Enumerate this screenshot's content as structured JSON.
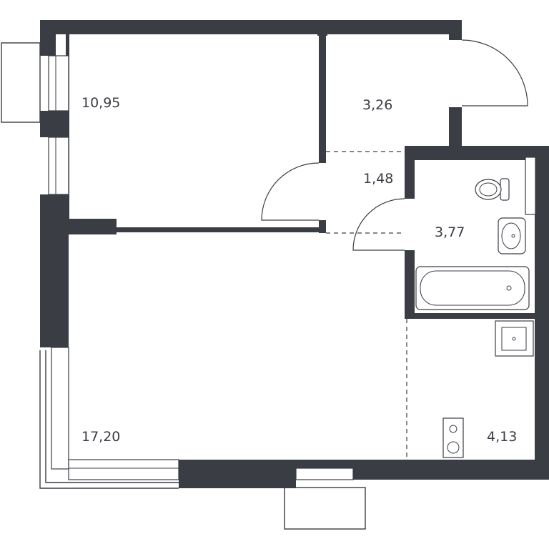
{
  "rooms": [
    {
      "id": "room-1",
      "area": "10,95"
    },
    {
      "id": "room-2",
      "area": "3,26"
    },
    {
      "id": "room-3",
      "area": "1,48"
    },
    {
      "id": "room-4",
      "area": "3,77"
    },
    {
      "id": "room-5",
      "area": "17,20"
    },
    {
      "id": "room-6",
      "area": "4,13"
    }
  ],
  "colors": {
    "wall": "#3a3d44",
    "background": "#ffffff"
  }
}
